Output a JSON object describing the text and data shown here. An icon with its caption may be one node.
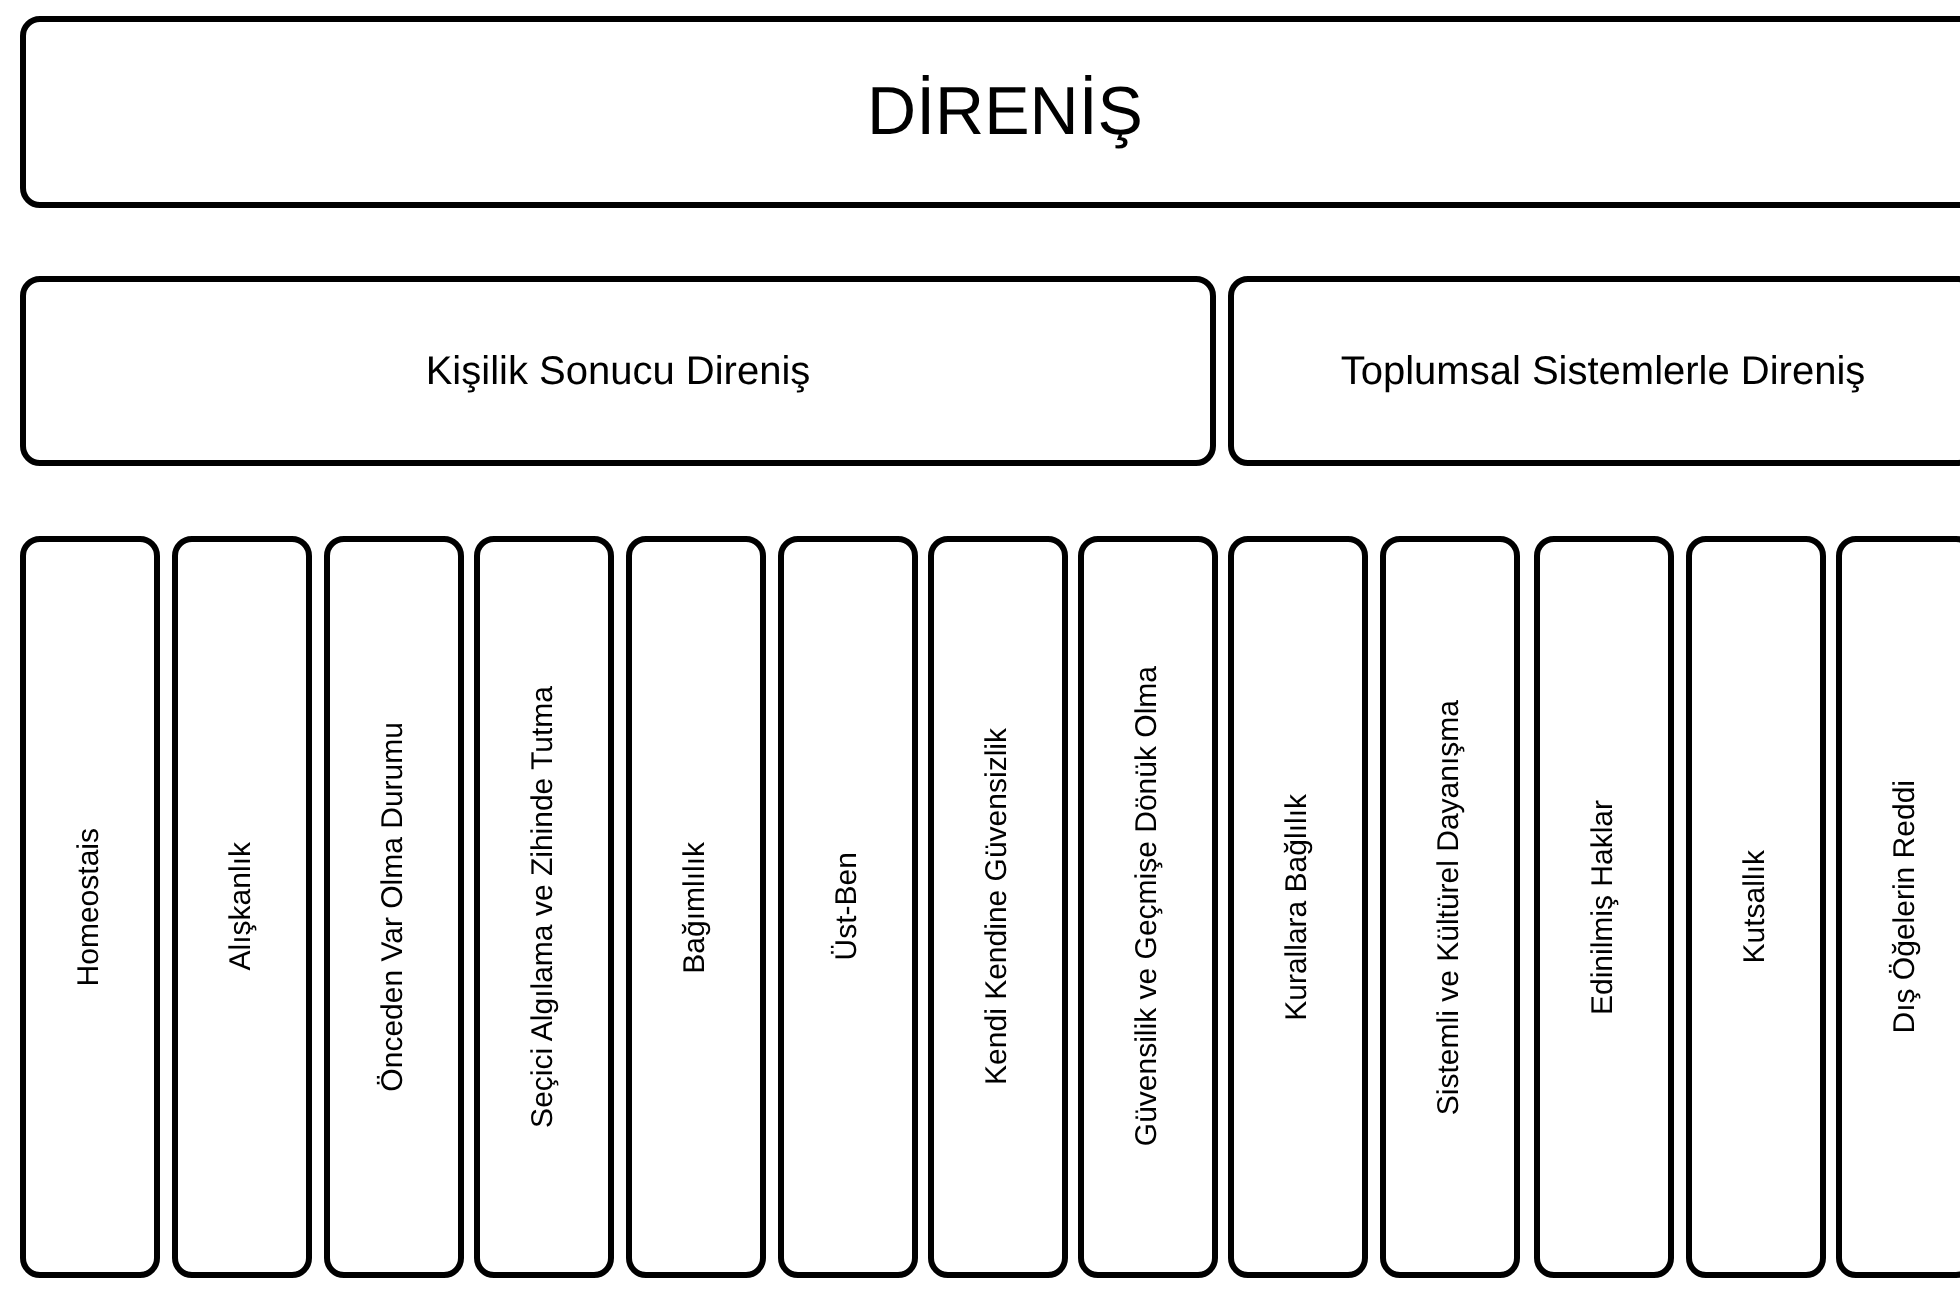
{
  "diagram": {
    "nodes": [
      {
        "text": [
          "DİRENİŞ"
        ]
      },
      {
        "text": [
          "Kişilik Sonucu Direniş"
        ]
      },
      {
        "text": [
          "Toplumsal Sistemlerle Direniş"
        ]
      },
      {
        "text": [
          "Homeostais"
        ]
      },
      {
        "text": [
          "Alışkanlık"
        ]
      },
      {
        "text": [
          "Önceden Var Olma Durumu"
        ]
      },
      {
        "text": [
          "Seçici Algılama ve Zihinde Tutma"
        ]
      },
      {
        "text": [
          "Bağımlılık"
        ]
      },
      {
        "text": [
          "Üst-Ben"
        ]
      },
      {
        "text": [
          "Kendi Kendine Güvensizlik"
        ]
      },
      {
        "text": [
          "Güvensilik ve Geçmişe Dönük Olma"
        ]
      },
      {
        "text": [
          "Kurallara Bağlılık"
        ]
      },
      {
        "text": [
          "Sistemli ve Kültürel Dayanışma"
        ]
      },
      {
        "text": [
          "Edinilmiş Haklar"
        ]
      },
      {
        "text": [
          "Kutsallık"
        ]
      },
      {
        "text": [
          "Dış Öğelerin Reddi"
        ]
      }
    ]
  }
}
